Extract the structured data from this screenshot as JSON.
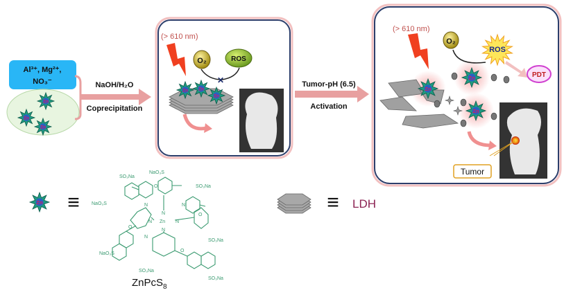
{
  "reactants": {
    "ions_line1": "Al³⁺, Mg²⁺,",
    "ions_line2": "NO₃⁻"
  },
  "step1": {
    "top_label": "NaOH/H₂O",
    "bottom_label": "Coprecipitation"
  },
  "step2": {
    "top_label": "Tumor-pH (6.5)",
    "bottom_label": "Activation"
  },
  "panel1": {
    "light_label": "(> 610 nm)",
    "o2_label": "O₂",
    "ros_label": "ROS",
    "blocked_mark": "✕"
  },
  "panel2": {
    "light_label": "(> 610 nm)",
    "o2_label": "O₂",
    "ros_label": "ROS",
    "pdt_label": "PDT",
    "tumor_label": "Tumor"
  },
  "legend": {
    "equiv_symbol": "≡",
    "ldh_label": "LDH",
    "compound_label": "ZnPcS",
    "compound_subscript": "8",
    "star_label": "Zn"
  },
  "structure": {
    "labels": [
      "SO₃Na",
      "NaO₃S",
      "NaO₃S",
      "SO₃Na",
      "NaO₃S",
      "SO₃Na",
      "SO₃Na",
      "SO₃Na"
    ],
    "atoms": [
      "N",
      "N",
      "N",
      "N",
      "N",
      "N",
      "N",
      "Zn",
      "O",
      "O",
      "O",
      "O"
    ]
  },
  "colors": {
    "accent_red": "#c0504d",
    "arrow_pink": "#e8a0a0",
    "panel_border": "#2c3e6b",
    "ldh_text": "#8b2252",
    "chem_green": "#3a9a70",
    "ion_box": "#29b6f6",
    "ellipse_fill": "#e8f5e0"
  }
}
